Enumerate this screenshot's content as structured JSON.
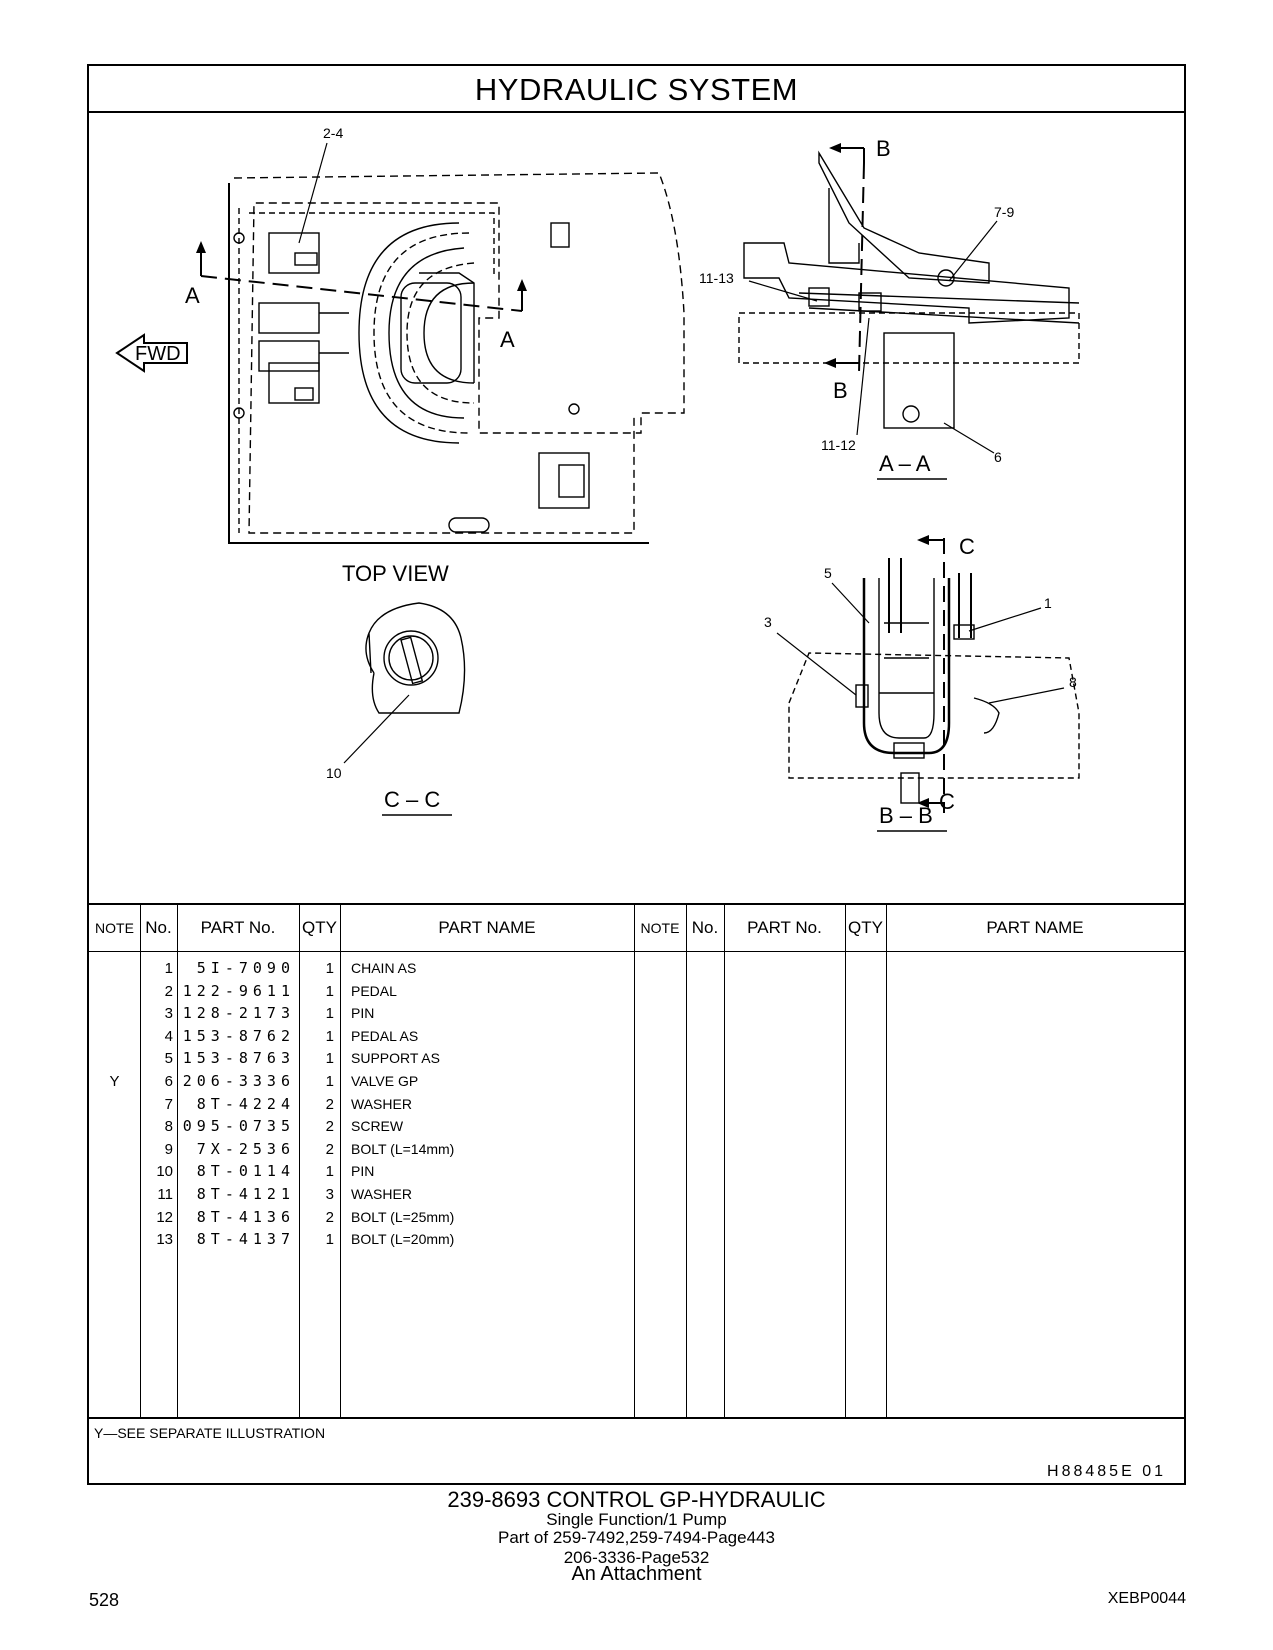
{
  "page": {
    "title": "HYDRAULIC   SYSTEM",
    "page_number": "528",
    "doc_code": "XEBP0044",
    "illustration_code": "H88485E    01",
    "note_text": "Y—SEE  SEPARATE  ILLUSTRATION"
  },
  "footer": {
    "line1": "239-8693   CONTROL  GP-HYDRAULIC",
    "line2": "Single  Function/1  Pump",
    "line3": "Part of 259-7492,259-7494-Page443",
    "line4": "206-3336-Page532",
    "line5": "An Attachment"
  },
  "illustration": {
    "top_view_label": "TOP  VIEW",
    "fwd_label": "FWD",
    "aa_label": "A – A",
    "bb_label": "B – B",
    "cc_label": "C – C",
    "section_letters": {
      "a": "A",
      "b": "B",
      "c": "C"
    },
    "callouts": {
      "c2_4": "2-4",
      "c7_9": "7-9",
      "c11_13": "11-13",
      "c11_12": "11-12",
      "c6": "6",
      "c5": "5",
      "c3": "3",
      "c1": "1",
      "c8": "8",
      "c10": "10"
    }
  },
  "table": {
    "headers": {
      "note": "NOTE",
      "no": "No.",
      "part_no": "PART No.",
      "qty": "QTY",
      "part_name": "PART NAME"
    },
    "rows": [
      {
        "note": "",
        "no": "1",
        "part_no": "5I-7090",
        "qty": "1",
        "name": "CHAIN  AS"
      },
      {
        "note": "",
        "no": "2",
        "part_no": "122-9611",
        "qty": "1",
        "name": "PEDAL"
      },
      {
        "note": "",
        "no": "3",
        "part_no": "128-2173",
        "qty": "1",
        "name": "PIN"
      },
      {
        "note": "",
        "no": "4",
        "part_no": "153-8762",
        "qty": "1",
        "name": "PEDAL  AS"
      },
      {
        "note": "",
        "no": "5",
        "part_no": "153-8763",
        "qty": "1",
        "name": "SUPPORT  AS"
      },
      {
        "note": "Y",
        "no": "6",
        "part_no": "206-3336",
        "qty": "1",
        "name": "VALVE  GP"
      },
      {
        "note": "",
        "no": "7",
        "part_no": "8T-4224",
        "qty": "2",
        "name": "WASHER"
      },
      {
        "note": "",
        "no": "8",
        "part_no": "095-0735",
        "qty": "2",
        "name": "SCREW"
      },
      {
        "note": "",
        "no": "9",
        "part_no": "7X-2536",
        "qty": "2",
        "name": "BOLT (L=14mm)"
      },
      {
        "note": "",
        "no": "10",
        "part_no": "8T-0114",
        "qty": "1",
        "name": "PIN"
      },
      {
        "note": "",
        "no": "11",
        "part_no": "8T-4121",
        "qty": "3",
        "name": "WASHER"
      },
      {
        "note": "",
        "no": "12",
        "part_no": "8T-4136",
        "qty": "2",
        "name": "BOLT (L=25mm)"
      },
      {
        "note": "",
        "no": "13",
        "part_no": "8T-4137",
        "qty": "1",
        "name": "BOLT (L=20mm)"
      }
    ]
  }
}
